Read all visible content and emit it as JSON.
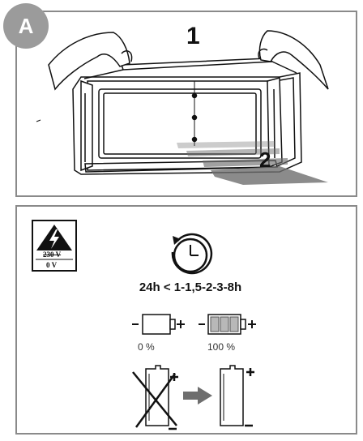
{
  "step_badge": "A",
  "steps": {
    "one": "1",
    "two": "2"
  },
  "warning": {
    "voltage_old": "230 V",
    "voltage_new": "0 V"
  },
  "charging": {
    "duration": "24h < 1-1,5-2-3-8h"
  },
  "battery": {
    "empty_label": "0 %",
    "full_label": "100 %",
    "empty_level": 0,
    "full_level": 1
  },
  "colors": {
    "frame": "#8a8a8a",
    "badge": "#9b9b9b",
    "ink": "#111111",
    "arrow": "#6e6e6e"
  },
  "icons": [
    "high-voltage-warning-icon",
    "timer-clock-icon",
    "battery-empty-icon",
    "battery-full-icon",
    "old-battery-crossed-icon",
    "replace-arrow-icon",
    "new-battery-icon"
  ]
}
